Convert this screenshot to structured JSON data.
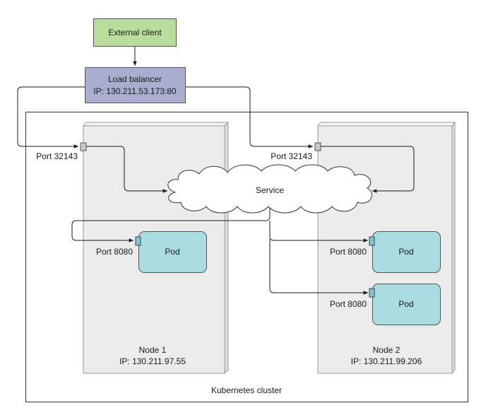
{
  "external_client": {
    "label": "External client"
  },
  "load_balancer": {
    "title": "Load balancer",
    "ip": "IP: 130.211.53.173:80"
  },
  "service": {
    "label": "Service"
  },
  "cluster": {
    "label": "Kubernetes cluster"
  },
  "node1": {
    "name": "Node 1",
    "ip": "IP: 130.211.97.55",
    "node_port": "Port 32143",
    "pods": [
      {
        "label": "Pod",
        "port": "Port 8080"
      }
    ]
  },
  "node2": {
    "name": "Node 2",
    "ip": "IP: 130.211.99.206",
    "node_port": "Port 32143",
    "pods": [
      {
        "label": "Pod",
        "port": "Port 8080"
      },
      {
        "label": "Pod",
        "port": "Port 8080"
      }
    ]
  },
  "colors": {
    "external_client_fill": "#b9dd9c",
    "load_balancer_fill": "#a9adcf",
    "node_fill": "#ebebeb",
    "pod_fill": "#a9dbe0",
    "port_fill": "#c8c8c8",
    "pod_port_fill": "#7ec3d0",
    "line": "#1a1a1a"
  }
}
